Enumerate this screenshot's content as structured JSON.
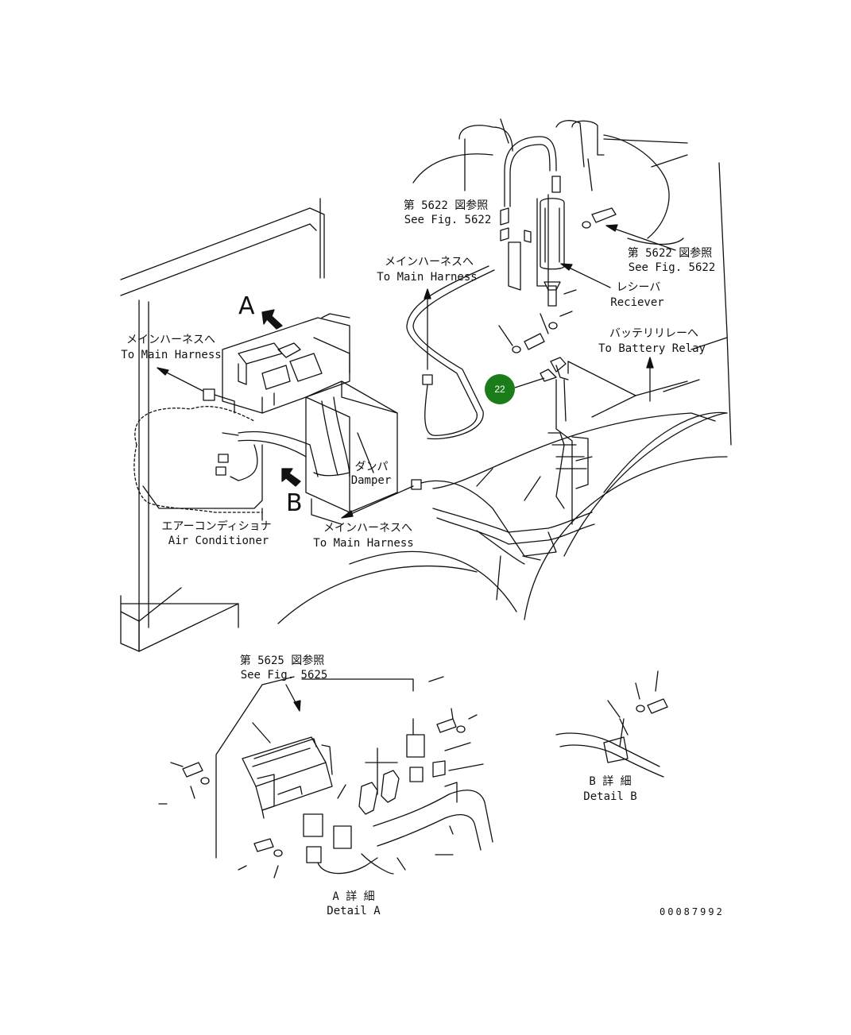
{
  "labels": {
    "see_5622_top_jp": "第 5622 図参照",
    "see_5622_top_en": "See Fig. 5622",
    "see_5622_right_jp": "第 5622 図参照",
    "see_5622_right_en": "See Fig. 5622",
    "main_harness_center_jp": "メインハーネスへ",
    "main_harness_center_en": "To Main Harness",
    "receiver_jp": "レシーバ",
    "receiver_en": "Reciever",
    "battery_relay_jp": "バッテリリレーへ",
    "battery_relay_en": "To Battery Relay",
    "main_harness_left_jp": "メインハーネスへ",
    "main_harness_left_en": "To Main Harness",
    "damper_jp": "ダンパ",
    "damper_en": "Damper",
    "air_conditioner_jp": "エアーコンディショナ",
    "air_conditioner_en": "Air Conditioner",
    "main_harness_bottom_jp": "メインハーネスへ",
    "main_harness_bottom_en": "To Main Harness",
    "view_a": "A",
    "view_b": "B",
    "see_5625_jp": "第 5625 図参照",
    "see_5625_en": "See Fig. 5625",
    "detail_a_jp": "A 詳 細",
    "detail_a_en": "Detail A",
    "detail_b_jp": "B 詳 細",
    "detail_b_en": "Detail B",
    "drawing_number": "00087992"
  },
  "callouts": [
    {
      "number": "22",
      "color": "#1a7d1a"
    }
  ]
}
